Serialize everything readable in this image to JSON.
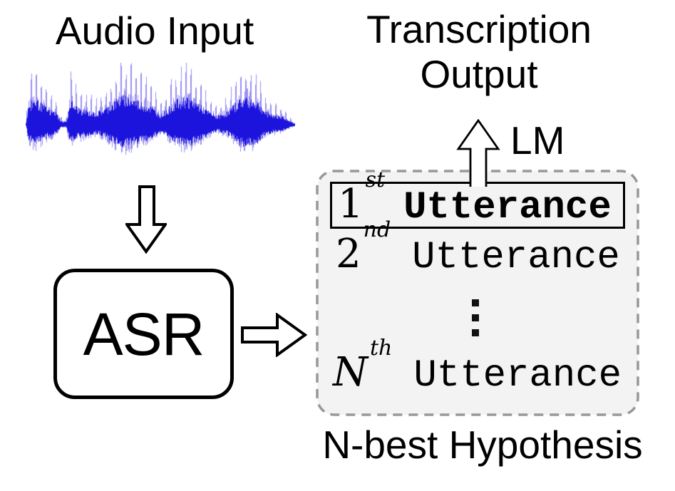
{
  "labels": {
    "audio_input": "Audio Input",
    "transcription_line1": "Transcription",
    "transcription_line2": "Output",
    "lm": "LM",
    "asr": "ASR",
    "nbest_caption": "N-best Hypothesis"
  },
  "hypotheses": [
    {
      "ordinal": "1",
      "suffix": "st",
      "word": "Utterance",
      "highlighted": true
    },
    {
      "ordinal": "2",
      "suffix": "nd",
      "word": "Utterance",
      "highlighted": false
    },
    {
      "ordinal": "N",
      "suffix": "th",
      "word": "Utterance",
      "highlighted": false
    }
  ],
  "icons": {
    "down_arrow": "down-arrow",
    "right_arrow": "right-arrow",
    "up_arrow": "up-arrow",
    "vertical_ellipsis": "vertical-ellipsis"
  },
  "colors": {
    "waveform_core": "#1c14dd",
    "waveform_light": "#7367ec",
    "dashed_border": "#989898",
    "panel_fill": "#f3f3f3",
    "arrow_fill": "#ffffff",
    "arrow_stroke": "#000000",
    "text": "#000000"
  },
  "waveform": {
    "envelope": [
      [
        0.0,
        0.05
      ],
      [
        0.01,
        0.7
      ],
      [
        0.03,
        0.95
      ],
      [
        0.06,
        0.7
      ],
      [
        0.09,
        0.5
      ],
      [
        0.11,
        0.45
      ],
      [
        0.13,
        0.12
      ],
      [
        0.15,
        0.1
      ],
      [
        0.165,
        0.85
      ],
      [
        0.19,
        0.6
      ],
      [
        0.22,
        0.5
      ],
      [
        0.26,
        0.4
      ],
      [
        0.3,
        0.6
      ],
      [
        0.34,
        0.9
      ],
      [
        0.37,
        1.0
      ],
      [
        0.41,
        0.85
      ],
      [
        0.46,
        0.65
      ],
      [
        0.5,
        0.35
      ],
      [
        0.53,
        0.6
      ],
      [
        0.57,
        0.9
      ],
      [
        0.6,
        0.95
      ],
      [
        0.63,
        0.8
      ],
      [
        0.67,
        0.5
      ],
      [
        0.71,
        0.3
      ],
      [
        0.75,
        0.45
      ],
      [
        0.79,
        0.85
      ],
      [
        0.82,
        1.0
      ],
      [
        0.86,
        0.8
      ],
      [
        0.89,
        0.45
      ],
      [
        0.92,
        0.35
      ],
      [
        0.95,
        0.3
      ],
      [
        0.975,
        0.15
      ],
      [
        1.0,
        0.04
      ]
    ],
    "max_up": 80,
    "max_down": 45
  }
}
